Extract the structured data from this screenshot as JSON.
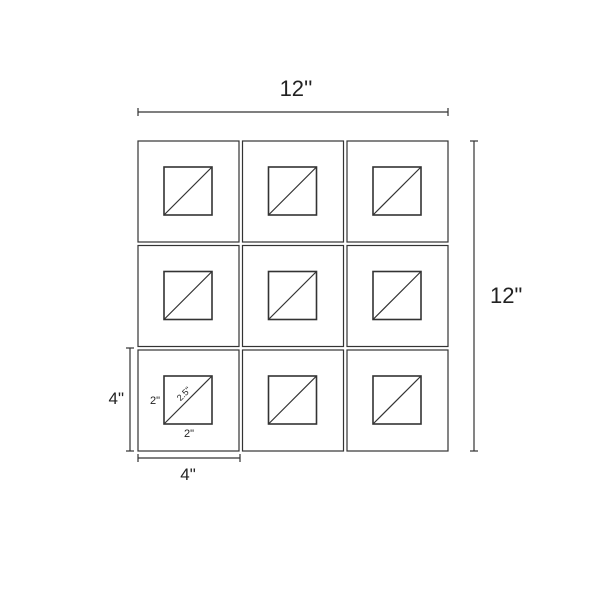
{
  "overall": {
    "width_label": "12''",
    "height_label": "12\""
  },
  "tile": {
    "width_label": "4\"",
    "height_label": "4\""
  },
  "inner_square": {
    "width_label": "2\"",
    "height_label": "2\"",
    "diagonal_label": "2.5\""
  },
  "grid": {
    "rows": 3,
    "cols": 3
  },
  "colors": {
    "stroke": "#333333",
    "background": "#ffffff"
  }
}
